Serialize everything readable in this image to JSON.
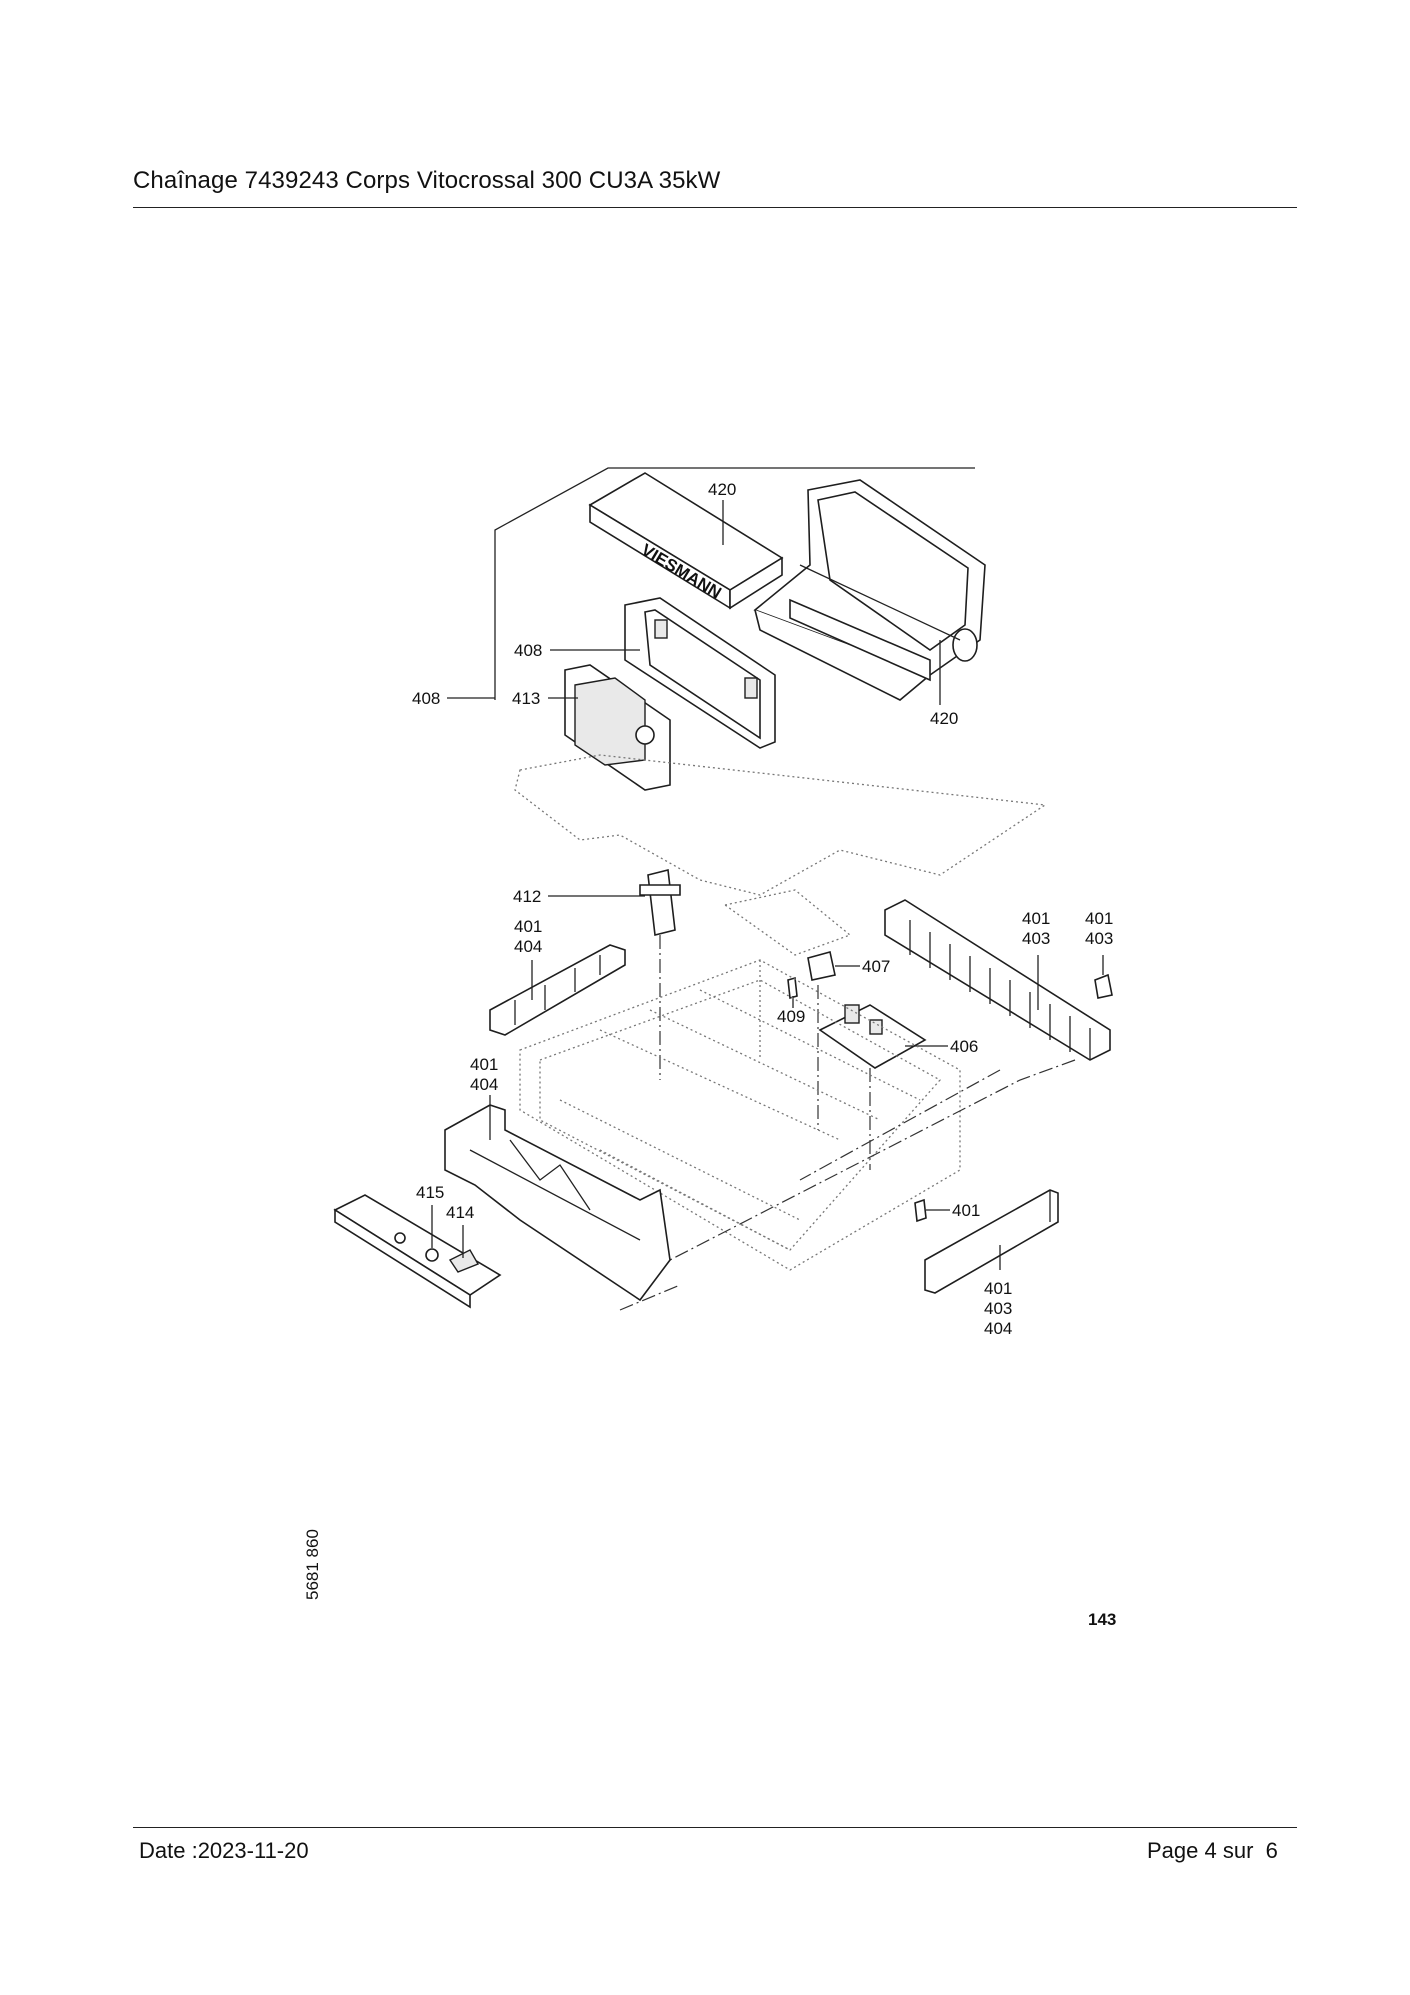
{
  "header": {
    "title": "Chaînage 7439243 Corps Vitocrossal 300 CU3A 35kW"
  },
  "drawing": {
    "brand_text": "VIESMANN",
    "callouts": {
      "c420_top": "420",
      "c420_right": "420",
      "c408_a": "408",
      "c408_b": "408",
      "c413": "413",
      "c412": "412",
      "c401_404_left": [
        "401",
        "404"
      ],
      "c401_403_right_a": [
        "401",
        "403"
      ],
      "c401_403_right_b": [
        "401",
        "403"
      ],
      "c407": "407",
      "c409": "409",
      "c406": "406",
      "c401_404_mid": [
        "401",
        "404"
      ],
      "c415": "415",
      "c414": "414",
      "c401_single": "401",
      "c401_403_404": [
        "401",
        "403",
        "404"
      ]
    },
    "drawing_number": "5681 860",
    "figure_number": "143"
  },
  "footer": {
    "date_label": "Date :2023-11-20",
    "page_label": "Page 4 sur  6"
  }
}
